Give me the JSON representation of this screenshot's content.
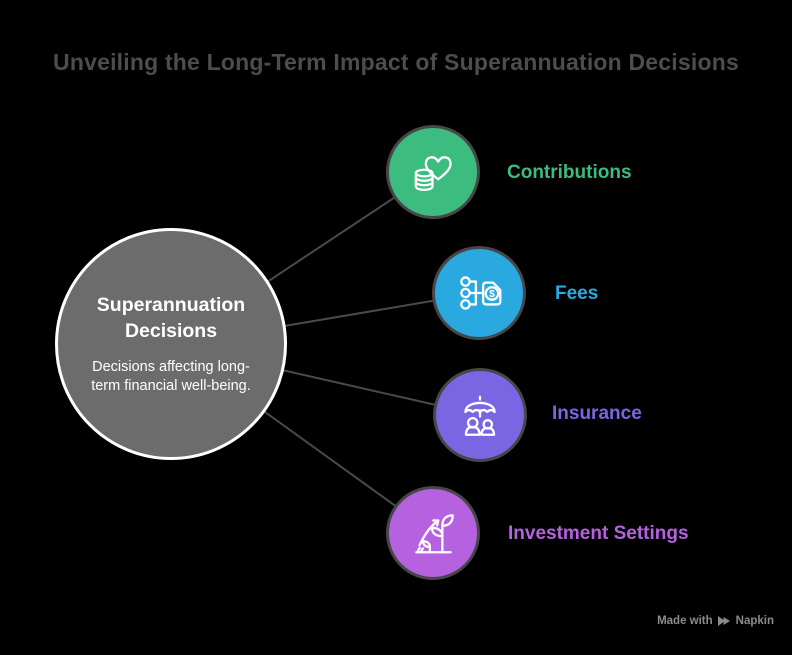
{
  "title": "Unveiling the Long-Term Impact of Superannuation Decisions",
  "center": {
    "title": "Superannuation Decisions",
    "description": "Decisions affecting long-term financial well-being."
  },
  "nodes": [
    {
      "label": "Contributions",
      "color": "#3dbc80",
      "icon": "heart-coins-icon"
    },
    {
      "label": "Fees",
      "color": "#29a9e0",
      "icon": "fees-tag-icon"
    },
    {
      "label": "Insurance",
      "color": "#7a66e3",
      "icon": "umbrella-people-icon"
    },
    {
      "label": "Investment Settings",
      "color": "#b661e0",
      "icon": "growth-plant-icon"
    }
  ],
  "watermark": {
    "made_with": "Made with",
    "brand": "Napkin"
  },
  "colors": {
    "background": "#000000",
    "title_text": "#4d4d4d",
    "center_fill": "#6c6c6c",
    "center_border": "#ffffff",
    "node_border": "#474747",
    "connector": "#4a4a4a",
    "watermark_text": "#8c8c8c"
  }
}
